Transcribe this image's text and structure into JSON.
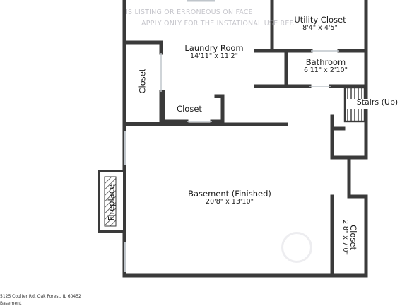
{
  "rooms": {
    "utility_closet": {
      "name": "Utility Closet",
      "dims": "8'4\" x 4'5\""
    },
    "laundry_room": {
      "name": "Laundry Room",
      "dims": "14'11\" x 11'2\""
    },
    "bathroom": {
      "name": "Bathroom",
      "dims": "6'11\" x 2'10\""
    },
    "closet_left": {
      "name": "Closet"
    },
    "closet_mid": {
      "name": "Closet"
    },
    "stairs": {
      "name": "Stairs (Up)"
    },
    "basement": {
      "name": "Basement (Finished)",
      "dims": "20'8\" x 13'10\""
    },
    "fireplace": {
      "name": "Fireplace"
    },
    "closet_right": {
      "name": "Closet",
      "dims": "2'8\" x 7'0\""
    }
  },
  "overlay": {
    "line1": "IS LISTING OR ERRONEOUS ON FACE",
    "line2": "APPLY ONLY FOR THE INSTATIONAL USE REF."
  },
  "footer": {
    "address": "5125 Coulter Rd, Oak Forest, IL 60452",
    "level": "Basement"
  },
  "colors": {
    "wall": "#3a3a3a",
    "window": "#bfc5cb",
    "background": "#ffffff"
  }
}
